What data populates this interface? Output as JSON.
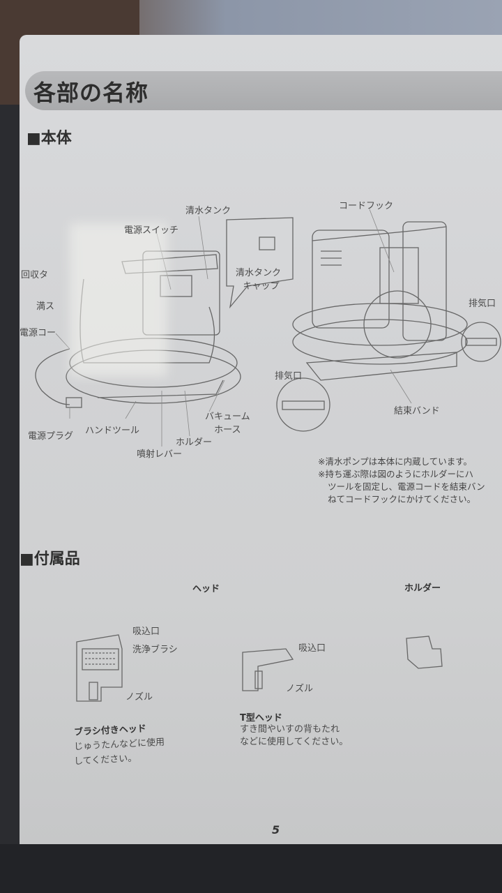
{
  "page_title": "各部の名称",
  "main_unit": {
    "heading": "■本体",
    "labels": {
      "fresh_tank": "清水タンク",
      "power_switch": "電源スイッチ",
      "recovery_tank": "回収タ",
      "full_water": "満ス",
      "power_cord": "電源コー",
      "tank_cap_1": "清水タンク",
      "tank_cap_2": "キャップ",
      "power_plug": "電源プラグ",
      "hand_tool": "ハンドツール",
      "spray_lever": "噴射レバー",
      "holder": "ホルダー",
      "vacuum_hose_1": "バキューム",
      "vacuum_hose_2": "ホース",
      "cord_hook": "コードフック",
      "exhaust_left": "排気口",
      "exhaust_right": "排気口",
      "binding_band": "結束バンド"
    },
    "notes": [
      "※清水ポンプは本体に内蔵しています。",
      "※持ち運ぶ際は図のようにホルダーにハ",
      "ツールを固定し、電源コードを結束バン",
      "ねてコードフックにかけてください。"
    ]
  },
  "accessories": {
    "heading": "■付属品",
    "head_label": "ヘッド",
    "holder_label": "ホルダー",
    "brush_head": {
      "suction": "吸込口",
      "brush": "洗浄ブラシ",
      "nozzle": "ノズル",
      "name": "ブラシ付きヘッド",
      "desc_1": "じゅうたんなどに使用",
      "desc_2": "してください。"
    },
    "t_head": {
      "suction": "吸込口",
      "nozzle": "ノズル",
      "name": "T型ヘッド",
      "desc_1": "すき間やいすの背もたれ",
      "desc_2": "などに使用してください。"
    }
  },
  "page_number": "5"
}
